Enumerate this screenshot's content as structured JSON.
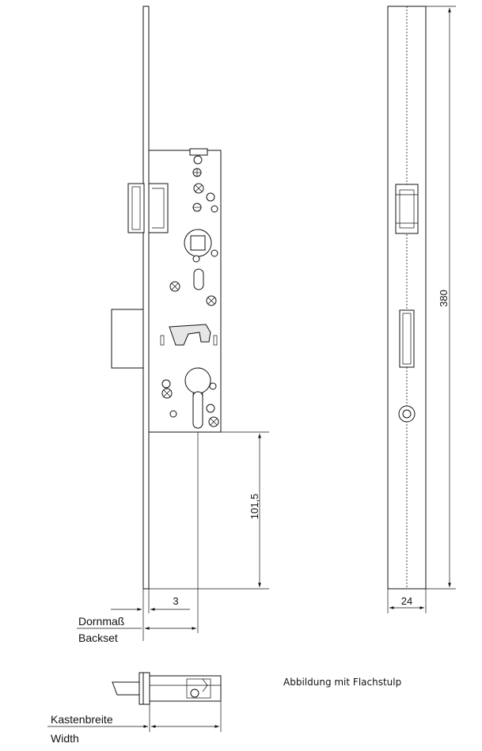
{
  "dimensions": {
    "strip_height": "380",
    "strip_width": "24",
    "distance": "101,5",
    "offset": "3"
  },
  "labels": {
    "backset_de": "Dornmaß",
    "backset_en": "Backset",
    "width_de": "Kastenbreite",
    "width_en": "Width"
  },
  "caption": "Abbildung mit Flachstulp"
}
